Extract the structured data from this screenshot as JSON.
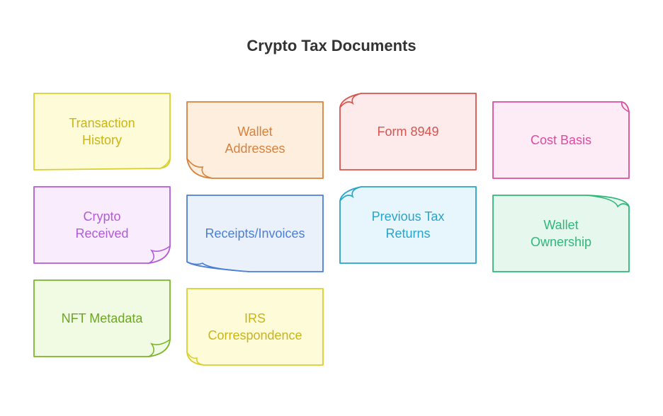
{
  "title": "Crypto Tax Documents",
  "cards": [
    {
      "id": "transaction-history",
      "lines": [
        "Transaction",
        "History"
      ],
      "fill": "#fefbd8",
      "stroke": "#d9cf2e",
      "text": "#c9b41a"
    },
    {
      "id": "wallet-addresses",
      "lines": [
        "Wallet",
        "Addresses"
      ],
      "fill": "#fdeede",
      "stroke": "#d9813a",
      "text": "#d9813a"
    },
    {
      "id": "form-8949",
      "lines": [
        "Form 8949"
      ],
      "fill": "#fdeaea",
      "stroke": "#d9534f",
      "text": "#d9534f"
    },
    {
      "id": "cost-basis",
      "lines": [
        "Cost Basis"
      ],
      "fill": "#fdebf6",
      "stroke": "#dc4c9e",
      "text": "#dc4c9e"
    },
    {
      "id": "crypto-received",
      "lines": [
        "Crypto",
        "Received"
      ],
      "fill": "#f8ecfd",
      "stroke": "#b25bd8",
      "text": "#b25bd8"
    },
    {
      "id": "receipts-invoices",
      "lines": [
        "Receipts/Invoices"
      ],
      "fill": "#ebf1fb",
      "stroke": "#4a7fd6",
      "text": "#4a7fd6"
    },
    {
      "id": "previous-tax-returns",
      "lines": [
        "Previous Tax",
        "Returns"
      ],
      "fill": "#e6f6fc",
      "stroke": "#2aa3c9",
      "text": "#2aa3c9"
    },
    {
      "id": "wallet-ownership",
      "lines": [
        "Wallet",
        "Ownership"
      ],
      "fill": "#e6f7ee",
      "stroke": "#2fb77a",
      "text": "#2fb77a"
    },
    {
      "id": "nft-metadata",
      "lines": [
        "NFT Metadata"
      ],
      "fill": "#f1fbe3",
      "stroke": "#7cb52d",
      "text": "#6da526"
    },
    {
      "id": "irs-correspondence",
      "lines": [
        "IRS",
        "Correspondence"
      ],
      "fill": "#fefbd8",
      "stroke": "#d9cf2e",
      "text": "#c9b41a"
    }
  ]
}
